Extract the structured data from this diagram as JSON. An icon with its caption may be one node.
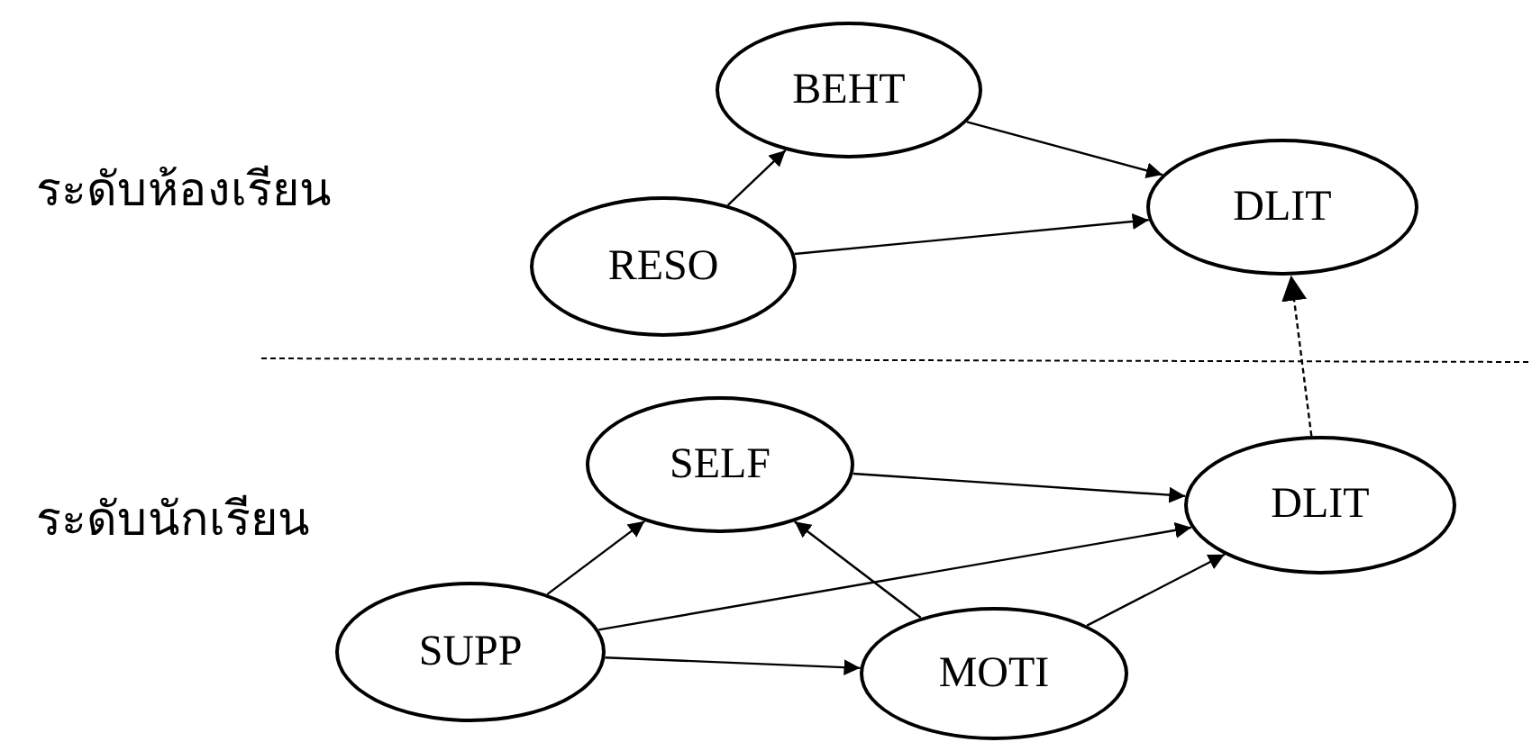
{
  "diagram": {
    "nodes": [
      {
        "text": [
          "BEHT"
        ]
      },
      {
        "text": [
          "RESO"
        ]
      },
      {
        "text": [
          "DLIT"
        ]
      },
      {
        "text": [
          "SELF"
        ]
      },
      {
        "text": [
          "DLIT"
        ]
      },
      {
        "text": [
          "SUPP"
        ]
      },
      {
        "text": [
          "MOTI"
        ]
      }
    ],
    "edges": [
      {
        "from": 1,
        "to": 0,
        "arrow": "to"
      },
      {
        "from": 0,
        "to": 2,
        "arrow": "to"
      },
      {
        "from": 1,
        "to": 2,
        "arrow": "to"
      },
      {
        "from": 4,
        "to": 2,
        "arrow": "to",
        "style": "dashed"
      },
      {
        "from": 3,
        "to": 4,
        "arrow": "to"
      },
      {
        "from": 5,
        "to": 3,
        "arrow": "to"
      },
      {
        "from": 6,
        "to": 3,
        "arrow": "to"
      },
      {
        "from": 5,
        "to": 4,
        "arrow": "to"
      },
      {
        "from": 5,
        "to": 6,
        "arrow": "to"
      },
      {
        "from": 6,
        "to": 4,
        "arrow": "to"
      }
    ],
    "labels": [
      "ระดับห้องเรียน",
      "ระดับนักเรียน"
    ]
  }
}
